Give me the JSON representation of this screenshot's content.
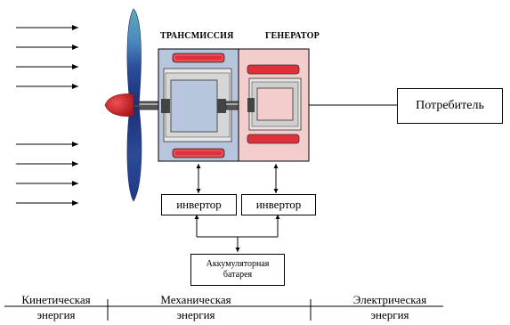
{
  "labels": {
    "transmission": "ТРАНСМИССИЯ",
    "generator": "ГЕНЕРАТОР",
    "consumer": "Потребитель",
    "inverter_left": "инвертор",
    "inverter_right": "инвертор",
    "battery_line1": "Аккумуляторная",
    "battery_line2": "батарея"
  },
  "energy_stages": [
    {
      "line1": "Кинетическая",
      "line2": "энергия"
    },
    {
      "line1": "Механическая",
      "line2": "энергия"
    },
    {
      "line1": "Электрическая",
      "line2": "энергия"
    }
  ],
  "colors": {
    "transmission_fill": "#b8c6dd",
    "generator_fill": "#f3cccc",
    "magnet_red": "#e0303a",
    "rotor_fill": "#4f8dbe",
    "nose_red": "#d8262e",
    "wind_arrow": "#000000"
  }
}
